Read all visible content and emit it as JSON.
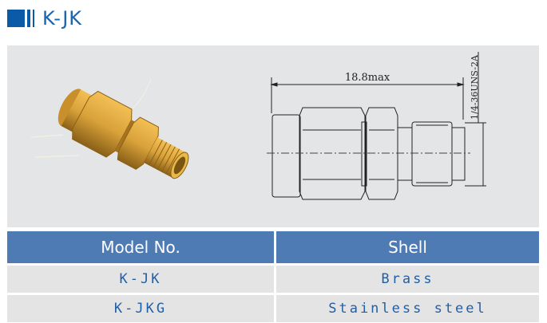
{
  "header": {
    "title": "K-JK",
    "accent_color": "#0b5aa8"
  },
  "figure": {
    "photo_alt": "brass-connector-photo",
    "drawing": {
      "length_dimension": "18.8max",
      "thread_spec": "1/4-36UNS-2A"
    }
  },
  "table": {
    "header_color": "#4f7bb4",
    "columns": [
      "Model No.",
      "Shell"
    ],
    "rows": [
      {
        "model": "K-JK",
        "shell": "Brass"
      },
      {
        "model": "K-JKG",
        "shell": "Stainless steel"
      }
    ]
  }
}
